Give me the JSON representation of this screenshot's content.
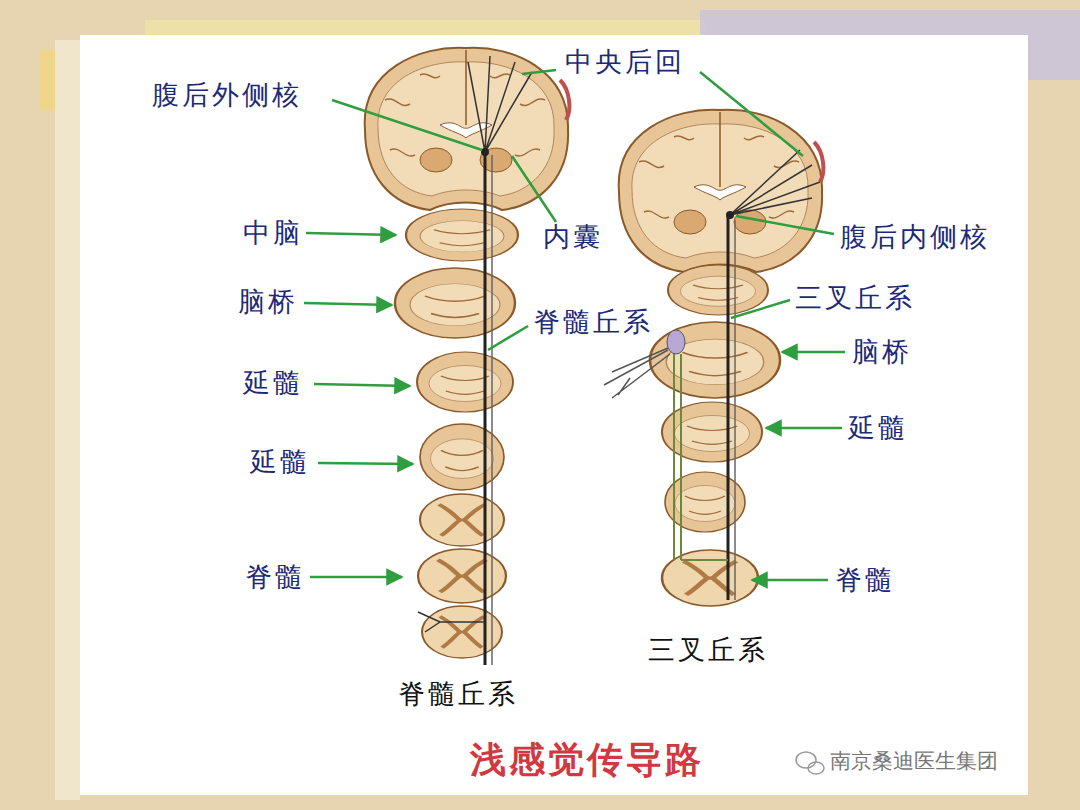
{
  "diagram": {
    "title": "浅感觉传导路",
    "labels": [
      "中央后回",
      "腹后外侧核",
      "中脑",
      "内囊",
      "腹后内侧核",
      "三叉丘系",
      "脑桥",
      "脊髓丘系",
      "脑桥",
      "延髓",
      "延髓",
      "延髓",
      "脊髓",
      "脊髓",
      "三叉丘系",
      "脊髓丘系",
      "南京桑迪医生集团"
    ]
  }
}
